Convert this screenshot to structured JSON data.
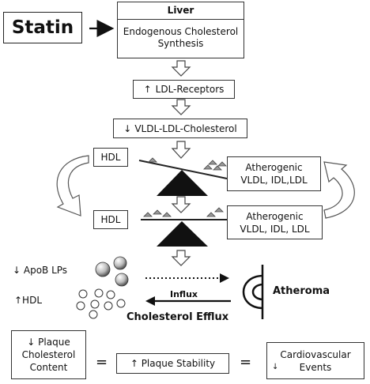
{
  "statin": {
    "label": "Statin"
  },
  "liver": {
    "title": "Liver",
    "subtitle_line1": "Endogenous Cholesterol",
    "subtitle_line2": "Synthesis"
  },
  "ldl_receptors": {
    "arrow": "↑",
    "label": "LDL-Receptors"
  },
  "vldl_ldl": {
    "arrow": "↓",
    "label": "VLDL-LDL-Cholesterol"
  },
  "seesaw_top": {
    "hdl": "HDL",
    "atherogenic_line1": "Atherogenic",
    "atherogenic_line2": "VLDL, IDL,LDL"
  },
  "seesaw_bottom": {
    "hdl": "HDL",
    "atherogenic_line1": "Atherogenic",
    "atherogenic_line2": "VLDL, IDL, LDL"
  },
  "lower_panel": {
    "apob": "↓ ApoB LPs",
    "hdl": "↑HDL",
    "influx": "Influx",
    "efflux": "Cholesterol Efflux",
    "atheroma": "Atheroma"
  },
  "outcomes": {
    "plaque_chol_line1": "↓ Plaque",
    "plaque_chol_line2": "Cholesterol",
    "plaque_chol_line3": "Content",
    "equals1": "=",
    "plaque_stability": "↑ Plaque Stability",
    "equals2": "=",
    "cv_line1": "Cardiovascular",
    "cv_arrow": "↓",
    "cv_line2": "Events"
  }
}
